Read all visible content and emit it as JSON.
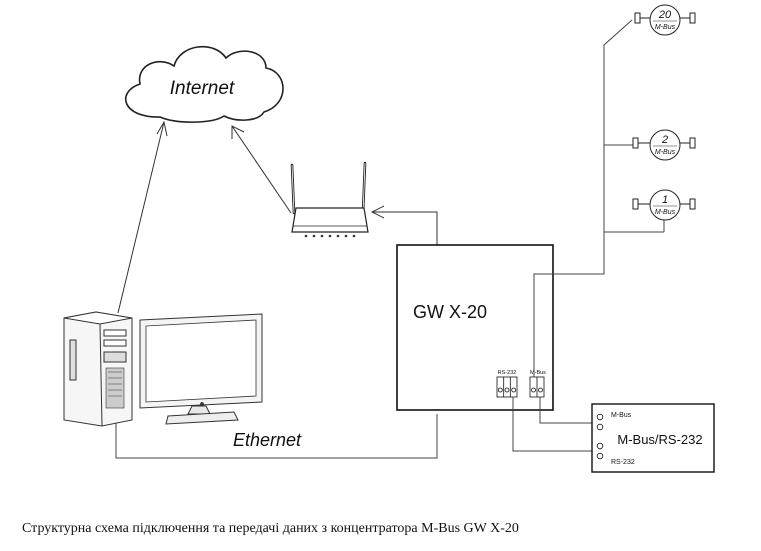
{
  "labels": {
    "internet": "Internet",
    "ethernet": "Ethernet",
    "gateway": "GW X-20",
    "port_rs232": "RS-232",
    "port_mbus": "M-Bus",
    "converter_title": "M-Bus/RS-232",
    "converter_mbus": "M-Bus",
    "converter_rs232": "RS-232"
  },
  "meters": [
    {
      "number": "20",
      "bus": "M-Bus"
    },
    {
      "number": "2",
      "bus": "M-Bus"
    },
    {
      "number": "1",
      "bus": "M-Bus"
    }
  ],
  "caption": "Структурна схема підключення та передачі даних з концентратора M-Bus GW X-20"
}
